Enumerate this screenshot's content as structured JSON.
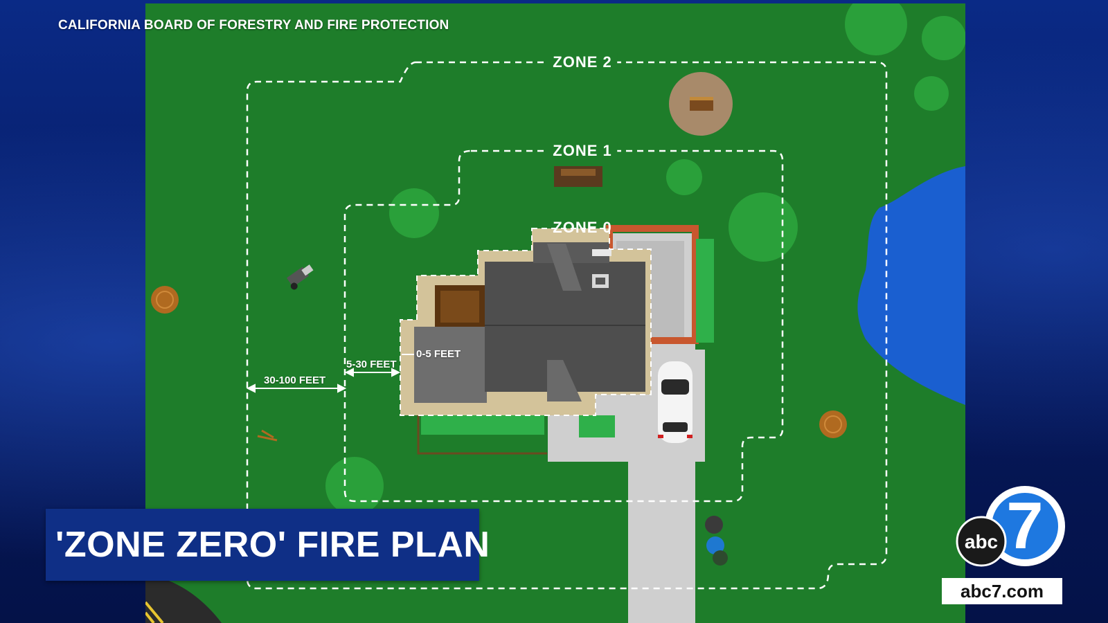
{
  "broadcast": {
    "source_credit": "CALIFORNIA BOARD OF FORESTRY AND FIRE PROTECTION",
    "headline": "'ZONE ZERO' FIRE PLAN",
    "logo": {
      "icon": "abc7-logo-icon",
      "circle_text": "abc",
      "number": "7",
      "url": "abc7.com"
    }
  },
  "diagram": {
    "zones": [
      {
        "id": "zone-2",
        "label": "ZONE 2",
        "distance": "30-100 FEET"
      },
      {
        "id": "zone-1",
        "label": "ZONE 1",
        "distance": "5-30 FEET"
      },
      {
        "id": "zone-0",
        "label": "ZONE 0",
        "distance": "0-5 FEET"
      }
    ],
    "features": [
      "house-roof-icon",
      "driveway-icon",
      "car-icon",
      "pond-icon",
      "tree-icon",
      "stump-icon",
      "bench-icon",
      "lawnmower-icon",
      "fire-pit-icon",
      "trash-bin-icon",
      "road-icon"
    ]
  },
  "colors": {
    "grass": "#1e7d2a",
    "background_blue": "#071a5e",
    "headline_bar": "#0f2f86",
    "pond": "#1a5fd0",
    "roof": "#4e4e4e",
    "zone_line": "#ffffff"
  }
}
